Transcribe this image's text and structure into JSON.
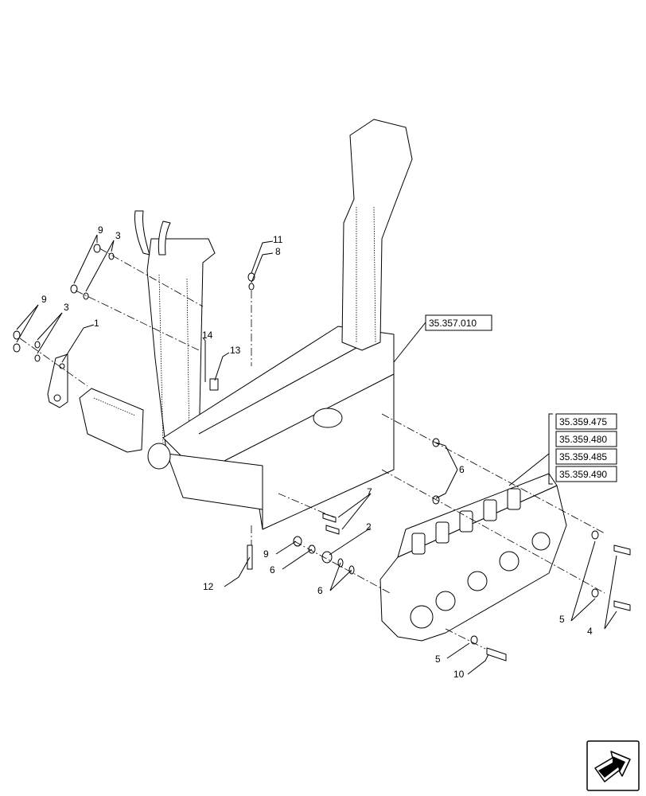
{
  "callouts": {
    "c1": "1",
    "c2": "2",
    "c3a": "3",
    "c3b": "3",
    "c4": "4",
    "c5a": "5",
    "c5b": "5",
    "c6a": "6",
    "c6b": "6",
    "c6c": "6",
    "c7": "7",
    "c8": "8",
    "c9a": "9",
    "c9b": "9",
    "c9c": "9",
    "c10": "10",
    "c11": "11",
    "c12": "12",
    "c13": "13",
    "c14": "14"
  },
  "references": {
    "frame": "35.357.010",
    "valve_1": "35.359.475",
    "valve_2": "35.359.480",
    "valve_3": "35.359.485",
    "valve_4": "35.359.490"
  },
  "icons": {
    "nav": "navigation-arrow-icon"
  }
}
